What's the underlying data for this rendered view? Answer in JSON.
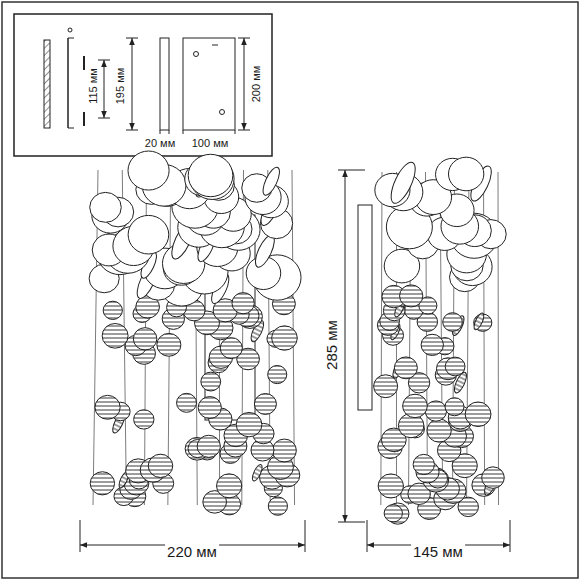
{
  "diagram": {
    "labels": [
      "115 мм",
      "195 мм",
      "20 мм",
      "100 мм",
      "200 мм",
      "285 мм",
      "220 мм",
      "145 мм"
    ]
  }
}
